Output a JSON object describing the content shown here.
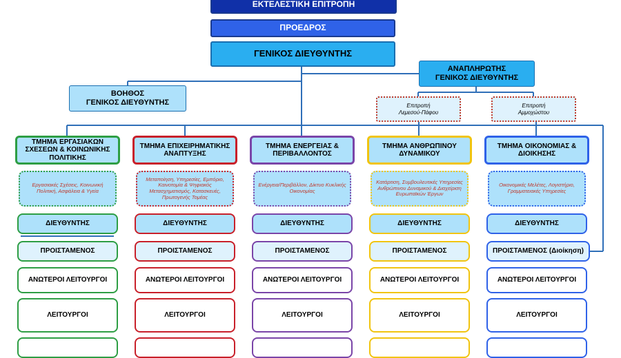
{
  "top": {
    "executive": "ΕΚΤΕΛΕΣΤΙΚΗ ΕΠΙΤΡΟΠΗ",
    "president": "ΠΡΟΕΔΡΟΣ",
    "general_director": "ΓΕΝΙΚΟΣ ΔΙΕΥΘΥΝΤΗΣ",
    "deputy_line1": "ΑΝΑΠΛΗΡΩΤΗΣ",
    "deputy_line2": "ΓΕΝΙΚΟΣ ΔΙΕΥΘΥΝΤΗΣ",
    "assistant_line1": "ΒΟΗΘΟΣ",
    "assistant_line2": "ΓΕΝΙΚΟΣ ΔΙΕΥΘΥΝΤΗΣ"
  },
  "committees": [
    {
      "line1": "Επιτροπή",
      "line2": "Λεμεσού-Πάφου"
    },
    {
      "line1": "Επιτροπή",
      "line2": "Αμμοχώστου"
    }
  ],
  "colors": {
    "green": "#2e9e44",
    "red": "#c8202a",
    "purple": "#7a45a8",
    "yellow": "#f1c40f",
    "blue": "#2f62e8",
    "connector": "#2f6fb8"
  },
  "departments": [
    {
      "title": "ΤΜΗΜΑ ΕΡΓΑΣΙΑΚΩΝ ΣΧΕΣΕΩΝ & ΚΟΙΝΩΝΙΚΗΣ ΠΟΛΙΤΙΚΗΣ",
      "description": "Εργασιακές Σχέσεις, Κοινωνική Πολιτική, Ασφάλεια & Υγεία",
      "director": "ΔΙΕΥΘΥΝΤΗΣ",
      "head": "ΠΡΟΙΣΤΑΜΕΝΟΣ",
      "senior": "ΑΝΩΤΕΡΟΙ ΛΕΙΤΟΥΡΓΟΙ",
      "officers": "ΛΕΙΤΟΥΡΓΟΙ"
    },
    {
      "title": "ΤΜΗΜΑ ΕΠΙΧΕΙΡΗΜΑΤΙΚΗΣ ΑΝΑΠΤΥΞΗΣ",
      "description": "Μεταποίηση, Υπηρεσίες, Εμπόριο, Καινοτομία & Ψηφιακός Μετασχηματισμός, Κατασκευές, Πρωτογενής Τομέας",
      "director": "ΔΙΕΥΘΥΝΤΗΣ",
      "head": "ΠΡΟΙΣΤΑΜΕΝΟΣ",
      "senior": "ΑΝΩΤΕΡΟΙ ΛΕΙΤΟΥΡΓΟΙ",
      "officers": "ΛΕΙΤΟΥΡΓΟΙ"
    },
    {
      "title": "ΤΜΗΜΑ ΕΝΕΡΓΕΙΑΣ & ΠΕΡΙΒΑΛΛΟΝΤΟΣ",
      "description": "Ενέργεια/Περιβάλλον, Δίκτυο Κυκλικής Οικονομίας",
      "director": "ΔΙΕΥΘΥΝΤΗΣ",
      "head": "ΠΡΟΙΣΤΑΜΕΝΟΣ",
      "senior": "ΑΝΩΤΕΡΟΙ ΛΕΙΤΟΥΡΓΟΙ",
      "officers": "ΛΕΙΤΟΥΡΓΟΙ"
    },
    {
      "title": "ΤΜΗΜΑ ΑΝΘΡΩΠΙΝΟΥ ΔΥΝΑΜΙΚΟΥ",
      "description": "Κατάρτιση, Συμβουλευτικές Υπηρεσίες Ανθρώπινου Δυναμικού & Διαχείριση Ευρωπαϊκών Έργων",
      "director": "ΔΙΕΥΘΥΝΤΗΣ",
      "head": "ΠΡΟΙΣΤΑΜΕΝΟΣ",
      "senior": "ΑΝΩΤΕΡΟΙ ΛΕΙΤΟΥΡΓΟΙ",
      "officers": "ΛΕΙΤΟΥΡΓΟΙ"
    },
    {
      "title": "ΤΜΗΜΑ ΟΙΚΟΝΟΜΙΑΣ & ΔΙΟΙΚΗΣΗΣ",
      "description": "Οικονομικές Μελέτες, Λογιστήριο, Γραμματειακές Υπηρεσίες",
      "director": "ΔΙΕΥΘΥΝΤΗΣ",
      "head": "ΠΡΟΙΣΤΑΜΕΝΟΣ (Διοίκηση)",
      "senior": "ΑΝΩΤΕΡΟΙ ΛΕΙΤΟΥΡΓΟΙ",
      "officers": "ΛΕΙΤΟΥΡΓΟΙ"
    }
  ]
}
